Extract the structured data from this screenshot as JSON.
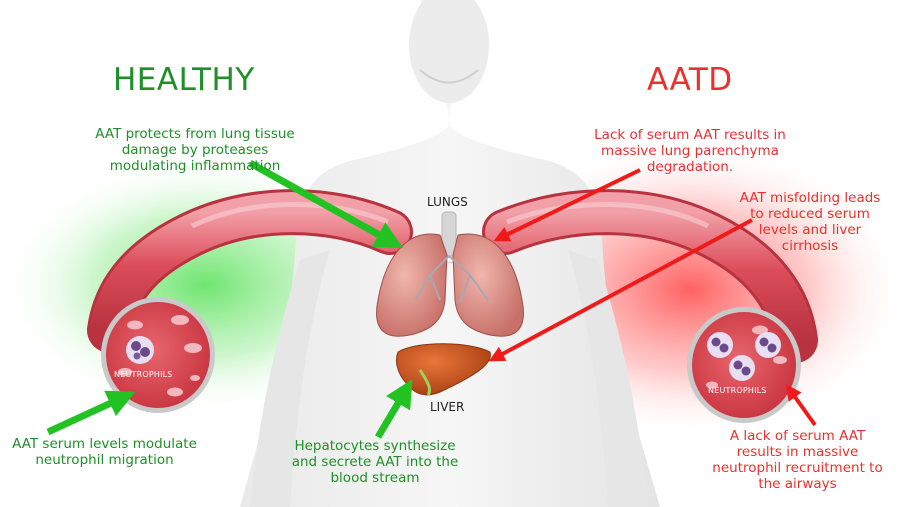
{
  "titles": {
    "healthy": "HEALTHY",
    "aatd": "AATD"
  },
  "organs": {
    "lungs": "LUNGS",
    "liver": "LIVER"
  },
  "neutrophils": {
    "left": "NEUTROPHILS",
    "right": "NEUTROPHILS"
  },
  "healthy_notes": {
    "protection": [
      "AAT protects from lung tissue",
      "damage by proteases",
      "modulating inflammation"
    ],
    "migration": [
      "AAT serum levels modulate",
      "neutrophil migration"
    ],
    "hepatocytes": [
      "Hepatocytes synthesize",
      "and secrete AAT into the",
      "blood stream"
    ]
  },
  "aatd_notes": {
    "degradation": [
      "Lack of serum AAT results in",
      "massive lung parenchyma",
      "degradation."
    ],
    "misfolding": [
      "AAT misfolding leads",
      "to reduced serum",
      "levels and liver",
      "cirrhosis"
    ],
    "recruitment": [
      "A lack of serum AAT",
      "results in massive",
      "neutrophil recruitment to",
      "the airways"
    ]
  },
  "colors": {
    "healthy": "#1f8f2a",
    "aatd": "#e8312f",
    "vessel": "#d9505c",
    "lung": "#d98a84",
    "liver": "#c9541c",
    "neutrophil": "#6a4a8a"
  },
  "icons": [
    "arrow-green",
    "arrow-red",
    "human-figure",
    "lungs",
    "liver",
    "blood-vessel-cross-section"
  ]
}
